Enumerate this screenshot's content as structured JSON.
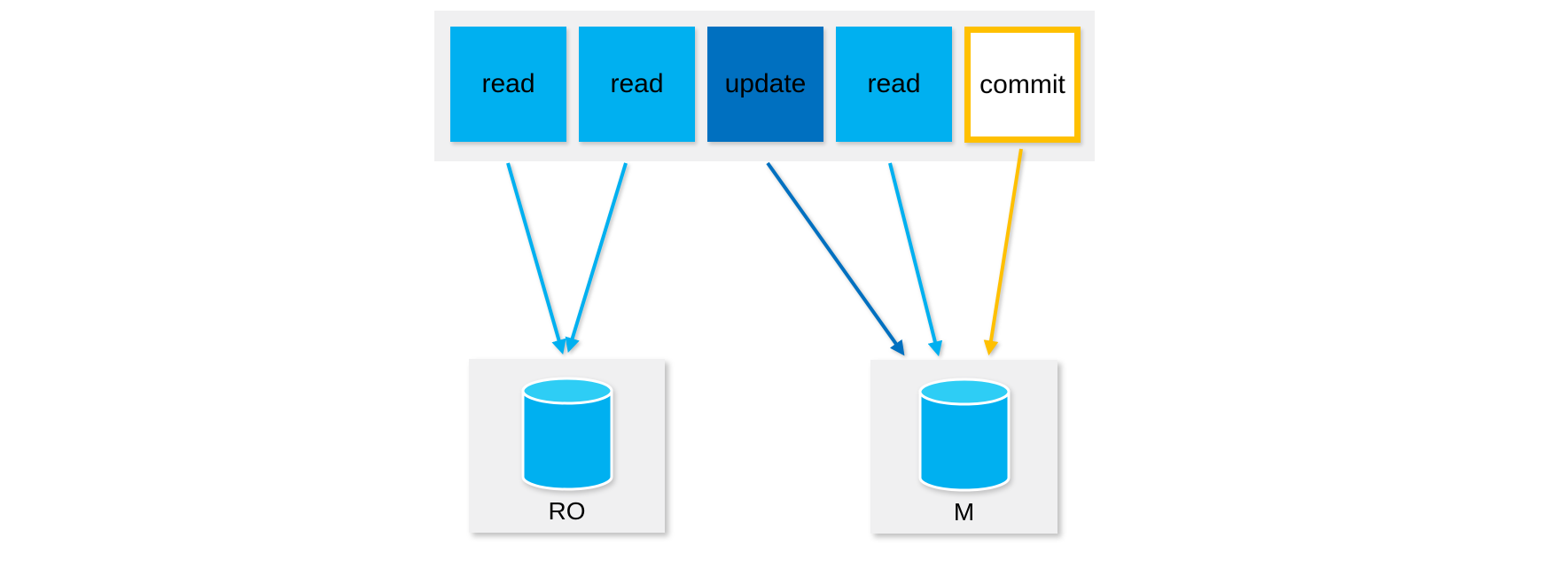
{
  "diagram": {
    "operations": [
      {
        "label": "read",
        "style": "read"
      },
      {
        "label": "read",
        "style": "read"
      },
      {
        "label": "update",
        "style": "update"
      },
      {
        "label": "read",
        "style": "read"
      },
      {
        "label": "commit",
        "style": "commit"
      }
    ],
    "databases": [
      {
        "label": "RO"
      },
      {
        "label": "M"
      }
    ],
    "arrows": [
      {
        "from": "operation-1-read",
        "to": "RO",
        "color": "#00B0F0"
      },
      {
        "from": "operation-2-read",
        "to": "RO",
        "color": "#00B0F0"
      },
      {
        "from": "operation-3-update",
        "to": "M",
        "color": "#0070C0"
      },
      {
        "from": "operation-4-read",
        "to": "M",
        "color": "#00B0F0"
      },
      {
        "from": "operation-5-commit",
        "to": "M",
        "color": "#FFC000"
      }
    ],
    "colors": {
      "read_fill": "#00B0F0",
      "update_fill": "#0070C0",
      "commit_border": "#FFC000",
      "commit_fill": "#FFFFFF",
      "container_background": "#F0F0F1",
      "cylinder_fill": "#00B0F0",
      "cylinder_top_fill": "#2ECDF5",
      "text": "#000000"
    }
  }
}
